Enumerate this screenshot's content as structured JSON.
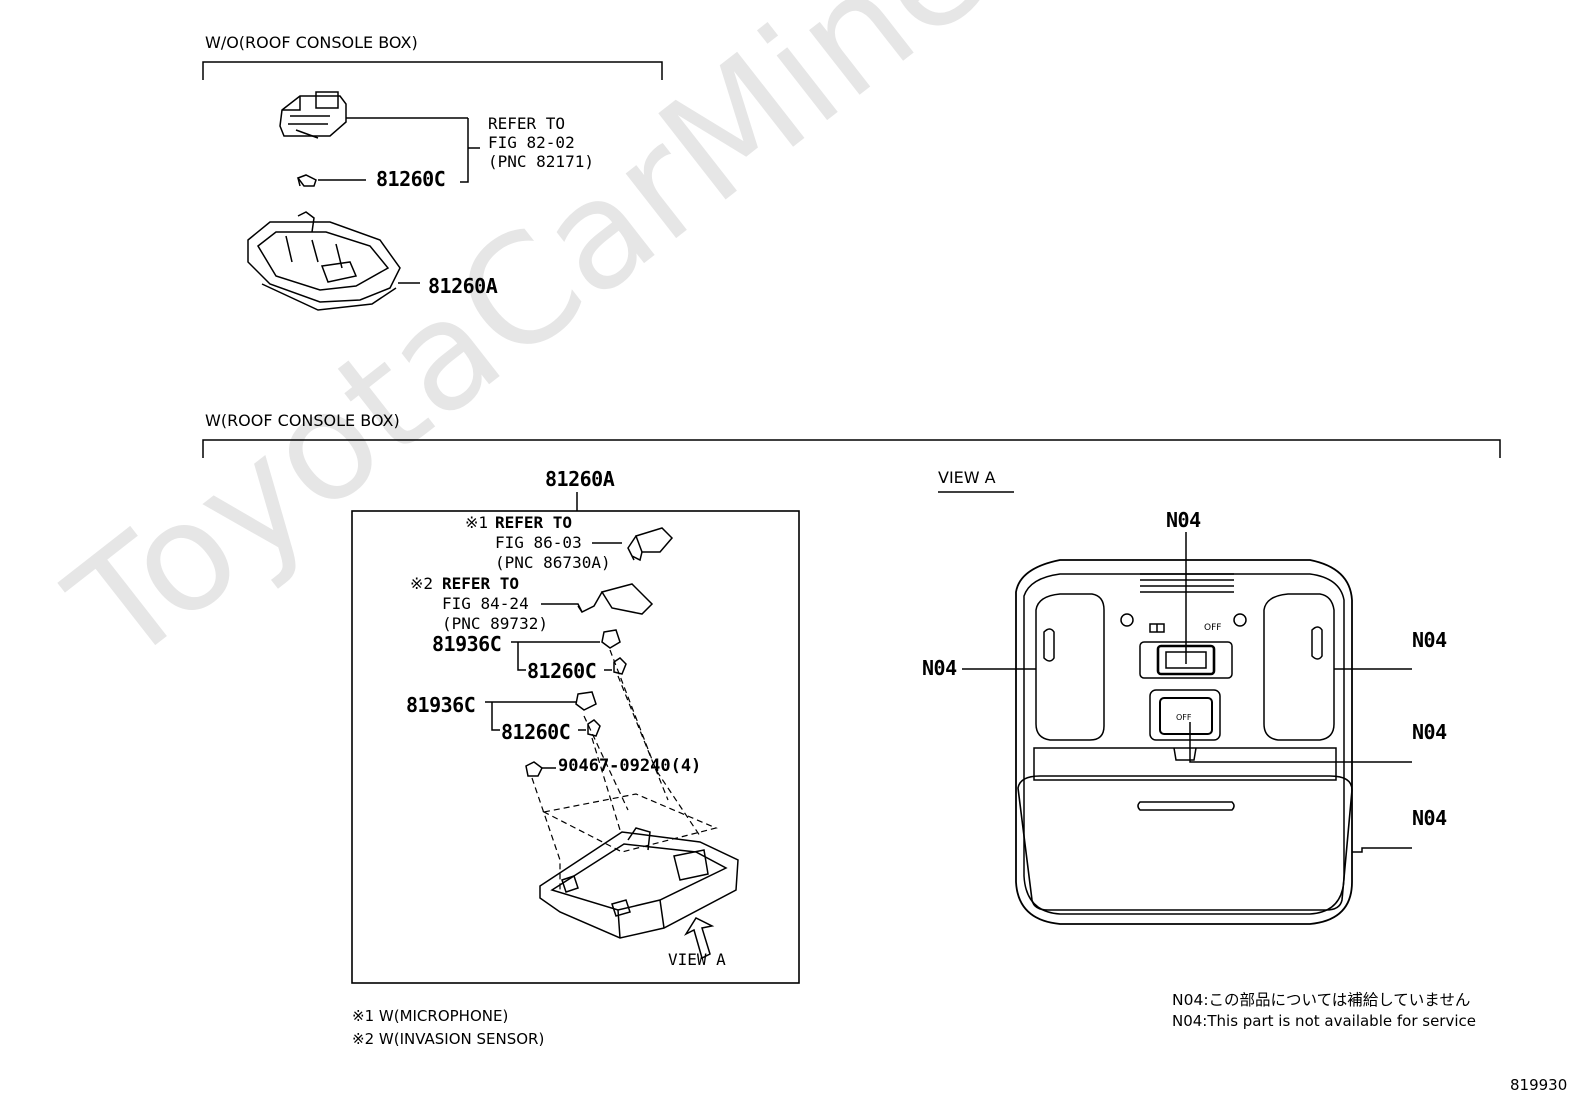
{
  "watermark": "ToyotaCarMine.ru",
  "section_wo": {
    "title": "W/O(ROOF CONSOLE BOX)",
    "ref_line1": "REFER TO",
    "ref_line2": "FIG 82-02",
    "ref_line3": "(PNC 82171)",
    "part_bulb": "81260C",
    "part_lamp": "81260A"
  },
  "section_w": {
    "title": "W(ROOF CONSOLE BOX)",
    "part_top": "81260A",
    "ref1_mark": "※1",
    "ref1_line1": "REFER TO",
    "ref1_line2": "FIG 86-03",
    "ref1_line3": "(PNC 86730A)",
    "ref2_mark": "※2",
    "ref2_line1": "REFER TO",
    "ref2_line2": "FIG 84-24",
    "ref2_line3": "(PNC 89732)",
    "socket_a": "81936C",
    "bulb_a": "81260C",
    "socket_b": "81936C",
    "bulb_b": "81260C",
    "screw": "90467-09240(4)",
    "view_arrow_label": "VIEW A",
    "footnote1": "※1 W(MICROPHONE)",
    "footnote2": "※2 W(INVASION SENSOR)"
  },
  "view_a": {
    "title": "VIEW A",
    "label_top": "N04",
    "label_left": "N04",
    "label_right1": "N04",
    "label_right2": "N04",
    "label_right3": "N04",
    "switch_off": "OFF",
    "note_jp": "N04:この部品については補給していません",
    "note_en": "N04:This part is not available for service"
  },
  "figure_number": "819930"
}
